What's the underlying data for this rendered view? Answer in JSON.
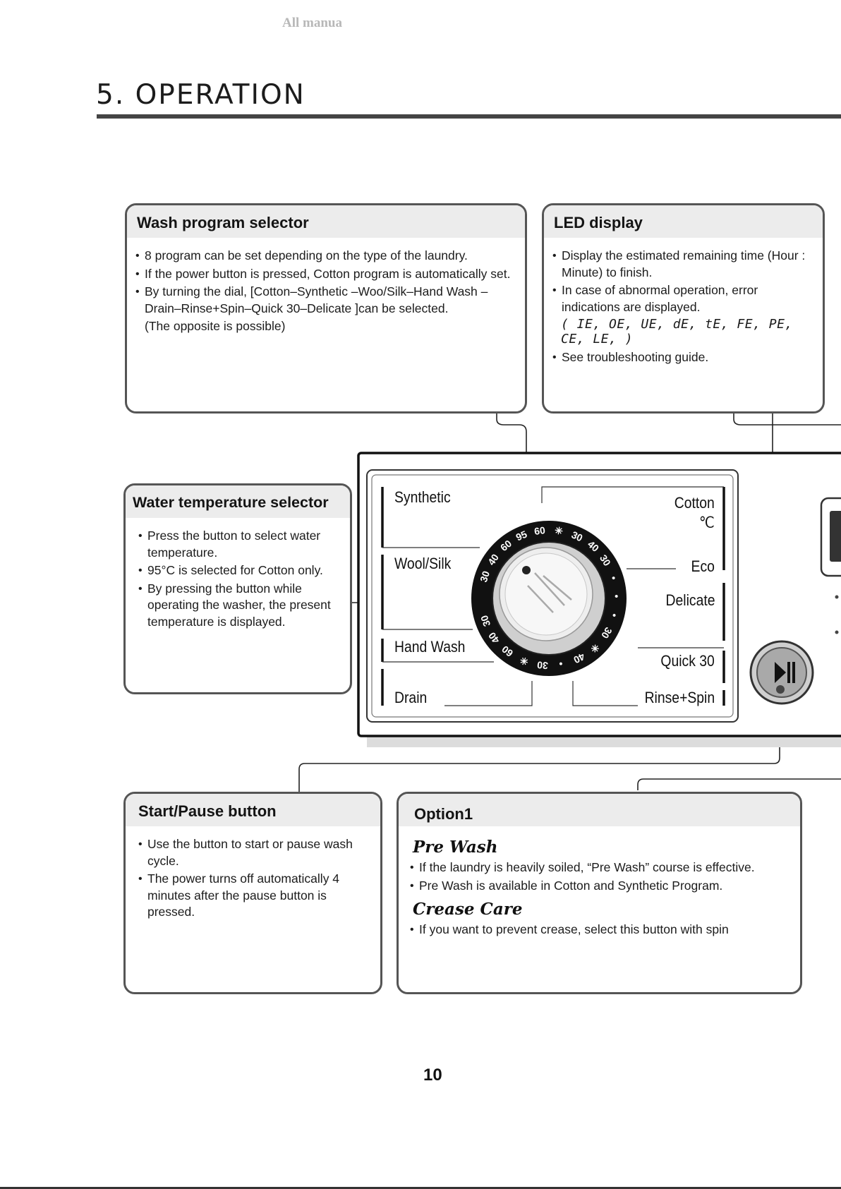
{
  "watermark": "All manua",
  "page_title": "5. OPERATION",
  "page_number": "10",
  "wash_program": {
    "title": "Wash program selector",
    "bullets": [
      "8 program can be set depending on the type of the laundry.",
      "If the power button is pressed, Cotton program is automatically set.",
      "By turning the dial, [Cotton–Synthetic –Woo/Silk–Hand Wash – Drain–Rinse+Spin–Quick 30–Delicate ]can be selected."
    ],
    "note": "(The opposite is possible)"
  },
  "led_display": {
    "title": "LED display",
    "bullets": [
      "Display the estimated remaining time (Hour : Minute) to finish.",
      "In case of abnormal operation, error indications are displayed."
    ],
    "codes": "( IE, OE, UE, dE, tE, FE, PE, CE, LE, )",
    "last_bullet": "See troubleshooting guide."
  },
  "water_temp": {
    "title": "Water temperature selector",
    "bullets": [
      "Press the button to select water temperature.",
      "95°C  is selected for Cotton only.",
      "By pressing the button while operating the washer, the present temperature is displayed."
    ]
  },
  "start_pause": {
    "title": "Start/Pause button",
    "bullets": [
      "Use the button to start or pause wash cycle.",
      "The power turns off automatically 4 minutes after the pause button is pressed."
    ]
  },
  "option1": {
    "title": "Option1",
    "pre_wash": {
      "heading": "Pre Wash",
      "bullets": [
        "If the laundry is heavily soiled, “Pre Wash” course is effective.",
        "Pre Wash is available in Cotton and Synthetic Program."
      ]
    },
    "crease_care": {
      "heading": "Crease Care",
      "bullets": [
        "If you want to prevent crease, select this button with spin"
      ]
    }
  },
  "panel": {
    "programs_left": [
      "Synthetic",
      "Wool/Silk",
      "Hand Wash",
      "Drain"
    ],
    "programs_right": [
      "Cotton",
      "℃",
      "Eco",
      "Delicate",
      "Quick 30",
      "Rinse+Spin"
    ],
    "dial_marks": [
      "30",
      "40",
      "60",
      "95",
      "60",
      "✳",
      "30",
      "40",
      "30",
      "•",
      "•",
      "•",
      "30",
      "✳",
      "40",
      "•",
      "30",
      "✳",
      "60",
      "40",
      "30"
    ],
    "start_icon": "play-pause-icon"
  }
}
